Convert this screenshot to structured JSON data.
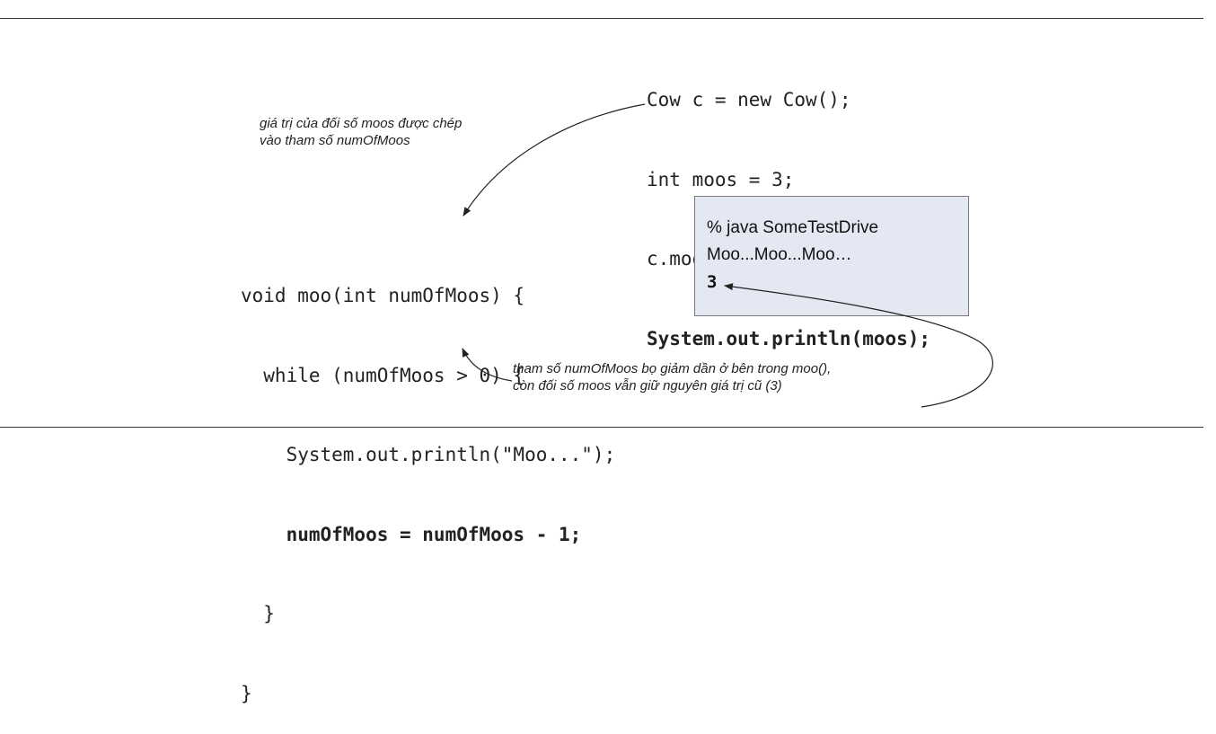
{
  "caller_code": {
    "lines": [
      "Cow c = new Cow();",
      "int moos = 3;",
      "c.moo(moos);",
      "System.out.println(moos);"
    ]
  },
  "method_code": {
    "lines": [
      "void moo(int numOfMoos) {",
      "  while (numOfMoos > 0) {",
      "    System.out.println(\"Moo...\");",
      "    numOfMoos = numOfMoos - 1;",
      "  }",
      "}"
    ]
  },
  "note_copy": {
    "lines": [
      "giá trị của đối số moos được chép",
      "vào tham số numOfMoos"
    ]
  },
  "note_decrement": {
    "lines": [
      "tham số numOfMoos bọ giảm dần ở bên trong moo(),",
      "còn đối số moos vẫn giữ nguyên giá trị cũ (3)"
    ]
  },
  "console": {
    "lines": [
      "% java SomeTestDrive",
      "Moo...Moo...Moo…",
      "3"
    ]
  },
  "colors": {
    "console_background": "#e4e8f2",
    "console_border": "#7a7a7a",
    "text": "#222222"
  }
}
